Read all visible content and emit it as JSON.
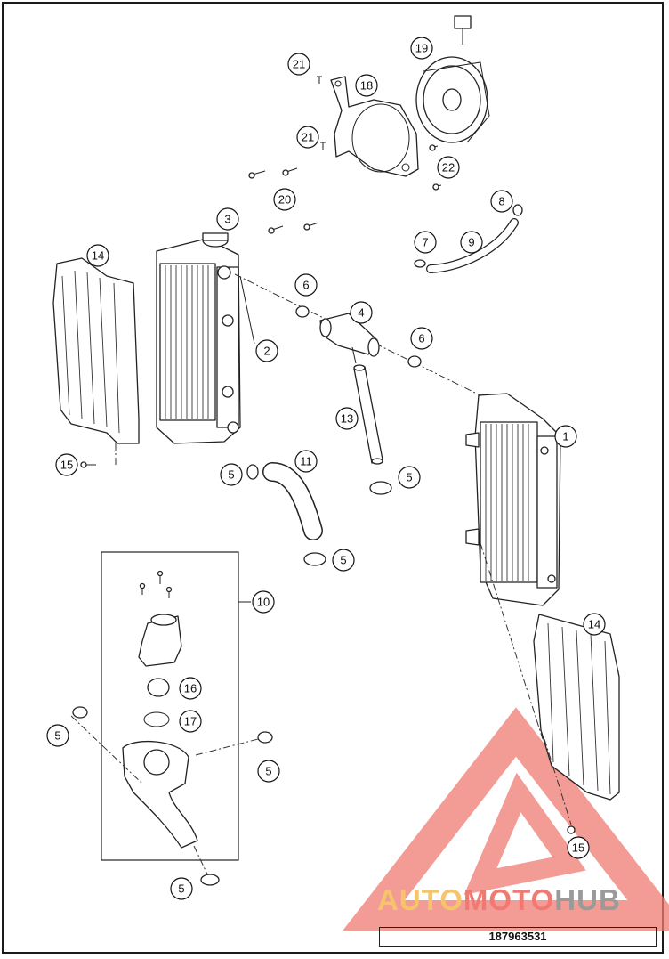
{
  "callouts": [
    {
      "id": "c21a",
      "label": "21"
    },
    {
      "id": "c18",
      "label": "18"
    },
    {
      "id": "c19",
      "label": "19"
    },
    {
      "id": "c21b",
      "label": "21"
    },
    {
      "id": "c22",
      "label": "22"
    },
    {
      "id": "c20",
      "label": "20"
    },
    {
      "id": "c8",
      "label": "8"
    },
    {
      "id": "c3",
      "label": "3"
    },
    {
      "id": "c7",
      "label": "7"
    },
    {
      "id": "c9",
      "label": "9"
    },
    {
      "id": "c14a",
      "label": "14"
    },
    {
      "id": "c6a",
      "label": "6"
    },
    {
      "id": "c4",
      "label": "4"
    },
    {
      "id": "c6b",
      "label": "6"
    },
    {
      "id": "c2",
      "label": "2"
    },
    {
      "id": "c13",
      "label": "13"
    },
    {
      "id": "c1",
      "label": "1"
    },
    {
      "id": "c15a",
      "label": "15"
    },
    {
      "id": "c11",
      "label": "11"
    },
    {
      "id": "c5a",
      "label": "5"
    },
    {
      "id": "c5b",
      "label": "5"
    },
    {
      "id": "c5c",
      "label": "5"
    },
    {
      "id": "c10",
      "label": "10"
    },
    {
      "id": "c14b",
      "label": "14"
    },
    {
      "id": "c16",
      "label": "16"
    },
    {
      "id": "c17",
      "label": "17"
    },
    {
      "id": "c5d",
      "label": "5"
    },
    {
      "id": "c5e",
      "label": "5"
    },
    {
      "id": "c15b",
      "label": "15"
    },
    {
      "id": "c5f",
      "label": "5"
    }
  ],
  "watermark": {
    "word_part1": "AUTO",
    "word_part2": "MOTO",
    "word_part3": "HUB",
    "color_part1": "#f6c46a",
    "color_part2": "#f07a72",
    "color_part3": "#9a9a9a",
    "triangle_color": "#f07a72"
  },
  "document_number": "187963531"
}
